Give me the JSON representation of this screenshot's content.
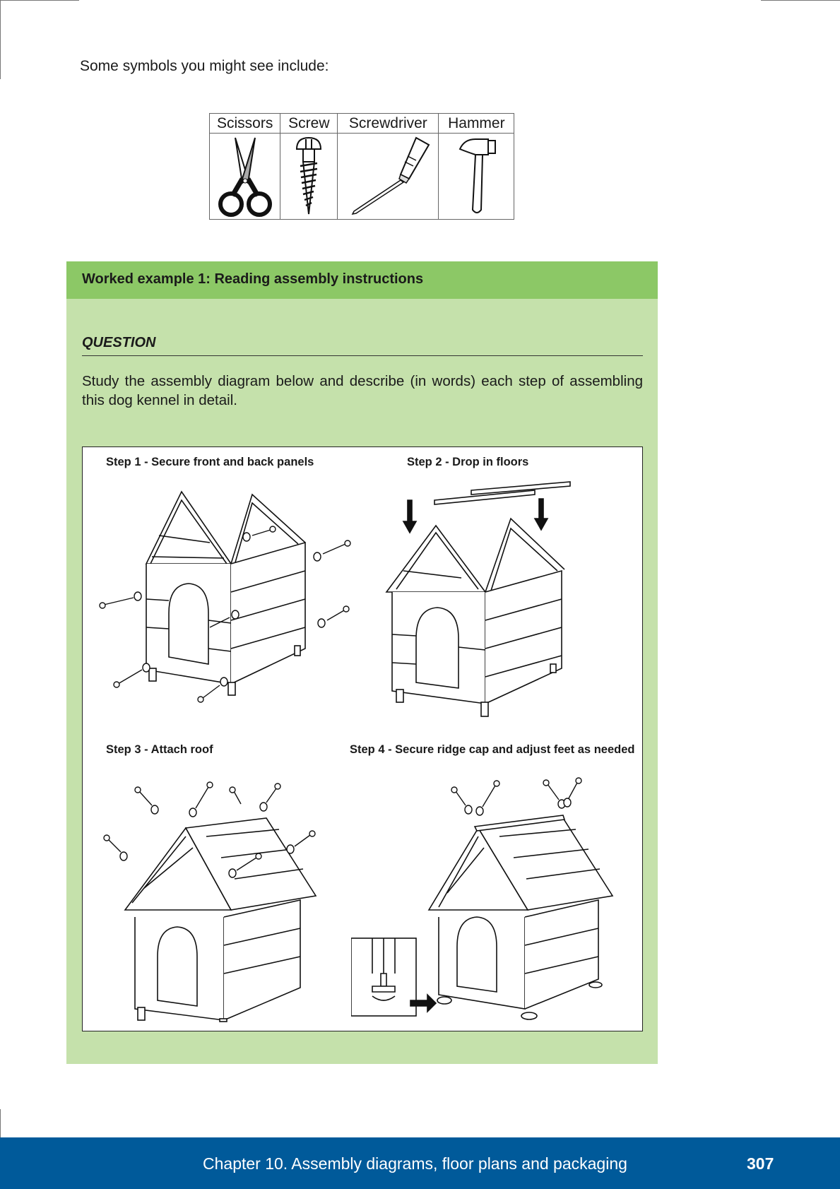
{
  "intro_text": "Some symbols you might see include:",
  "symbols_table": {
    "headers": [
      "Scissors",
      "Screw",
      "Screwdriver",
      "Hammer"
    ],
    "icons": [
      "scissors-icon",
      "screw-icon",
      "screwdriver-icon",
      "hammer-icon"
    ]
  },
  "worked_example": {
    "title": "Worked example 1:  Reading assembly instructions",
    "question_heading": "QUESTION",
    "question_text": "Study the assembly diagram below and describe (in words) each step of assembling this dog kennel in detail.",
    "steps": [
      "Step 1 - Secure front and back panels",
      "Step 2 - Drop in floors",
      "Step 3 - Attach roof",
      "Step 4 - Secure ridge cap and adjust feet as needed"
    ]
  },
  "footer": {
    "chapter": "Chapter 10.   Assembly diagrams, floor plans and packaging",
    "page_number": "307"
  },
  "colors": {
    "header_green": "#8cc866",
    "box_green": "#c5e1ab",
    "footer_blue": "#005a9a"
  }
}
